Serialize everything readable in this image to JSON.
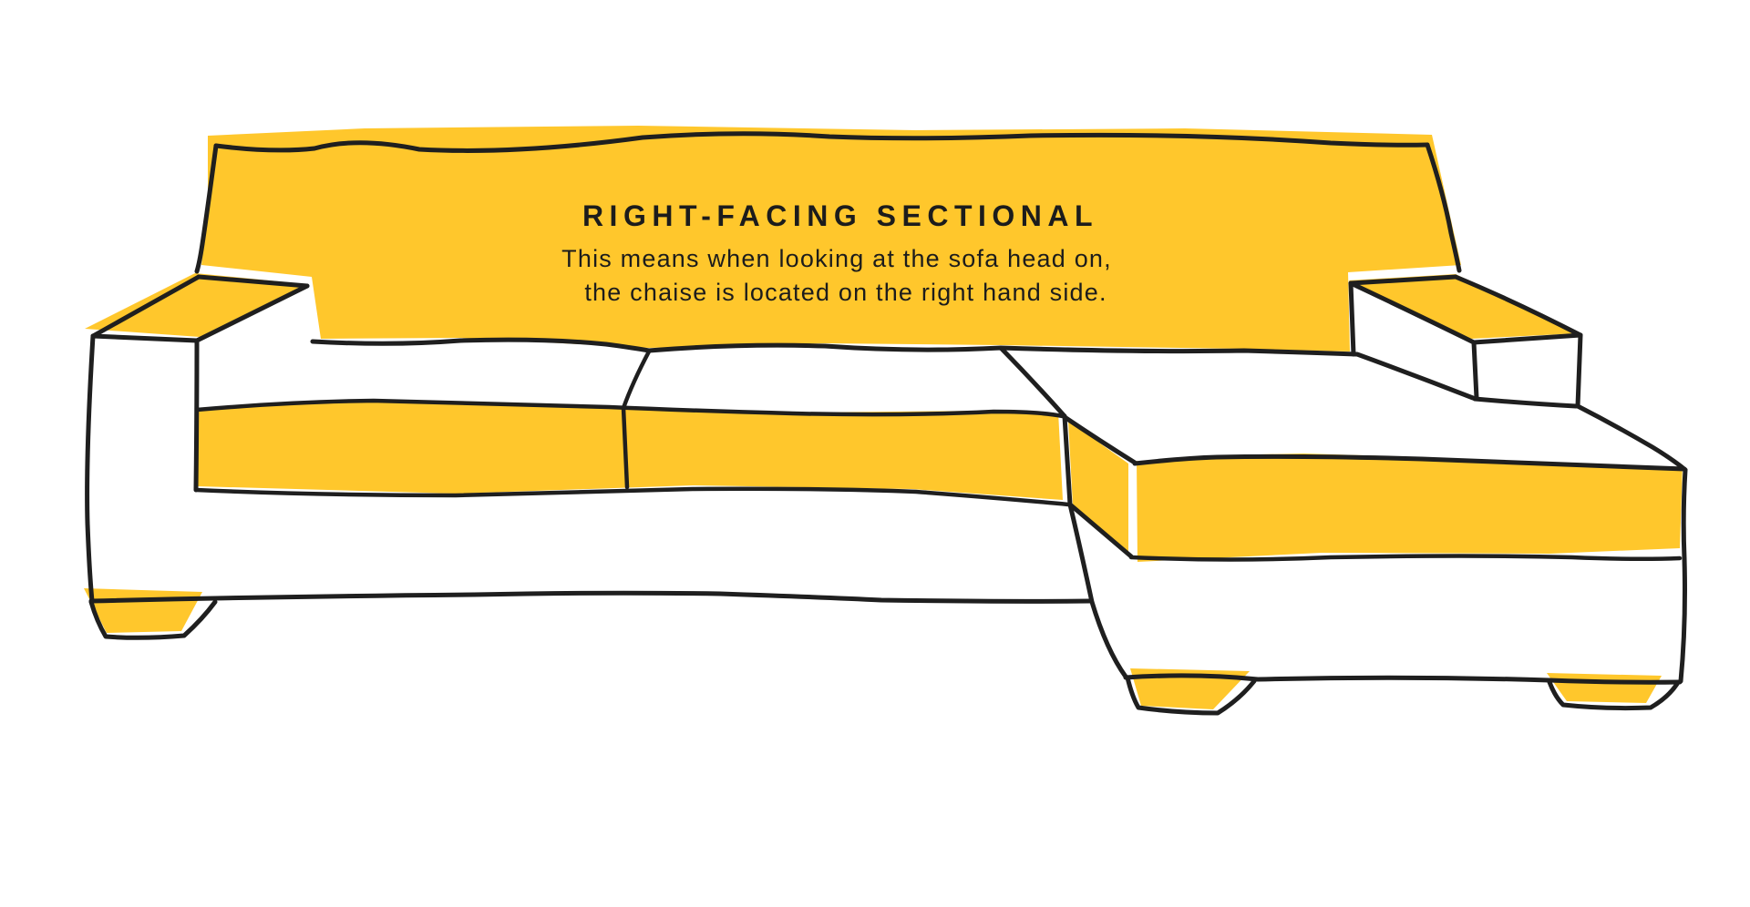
{
  "illustration": {
    "title": "RIGHT-FACING SECTIONAL",
    "subtitle_line1": "This means when looking at the sofa head on,",
    "subtitle_line2": "the chaise is located on the right hand side.",
    "colors": {
      "highlight_yellow": "#FFC72C",
      "outline": "#1f1f1f",
      "text": "#1c1c1c",
      "background": "#ffffff"
    }
  }
}
